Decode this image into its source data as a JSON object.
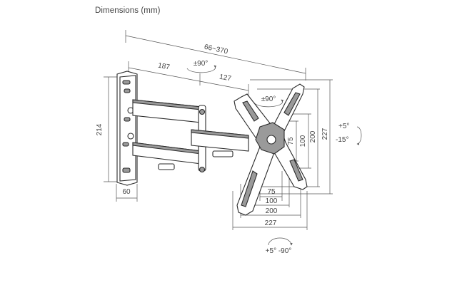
{
  "title": "Dimensions (mm)",
  "dims": {
    "overall_depth": "66~370",
    "arm1": "187",
    "arm2": "127",
    "swivel_arm": "±90°",
    "swivel_plate": "±90°",
    "plate_height": "214",
    "plate_width": "60",
    "vesa_h_75": "75",
    "vesa_h_100": "100",
    "vesa_h_200": "200",
    "vesa_h_227": "227",
    "vesa_w_75": "75",
    "vesa_w_100": "100",
    "vesa_w_200": "200",
    "vesa_w_227": "227",
    "tilt_up": "+5°",
    "tilt_down": "-15°",
    "level": "+5° -90°"
  }
}
